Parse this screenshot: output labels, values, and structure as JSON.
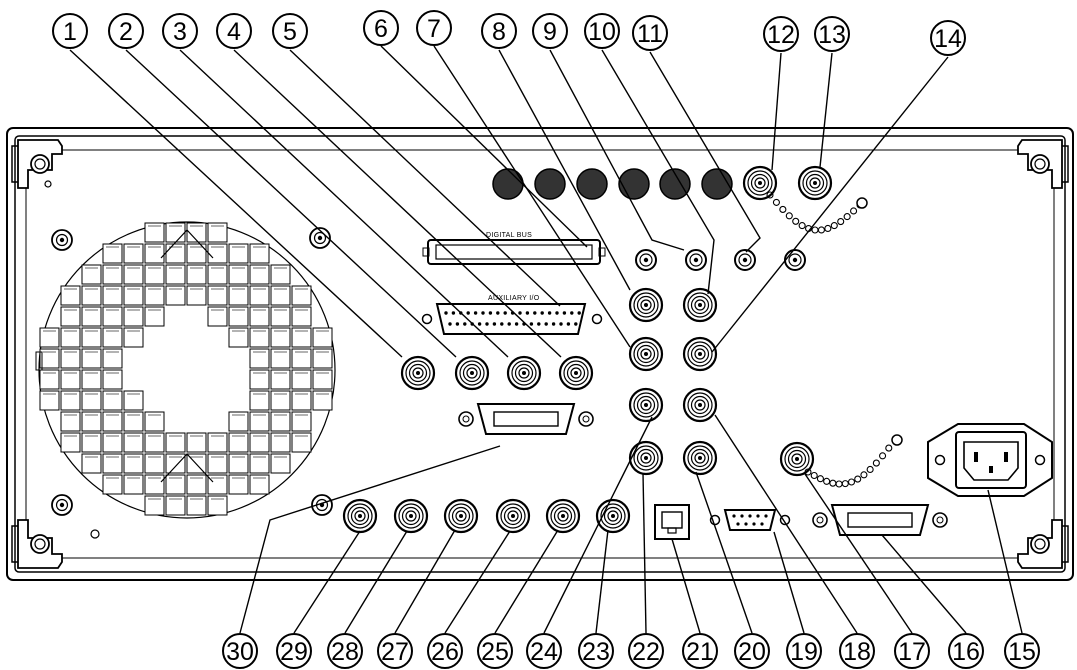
{
  "panel_labels": {
    "digital_bus": "DIGITAL BUS",
    "auxiliary_io": "AUXILIARY I/O"
  },
  "callouts": [
    "1",
    "2",
    "3",
    "4",
    "5",
    "6",
    "7",
    "8",
    "9",
    "10",
    "11",
    "12",
    "13",
    "14",
    "15",
    "16",
    "17",
    "18",
    "19",
    "20",
    "21",
    "22",
    "23",
    "24",
    "25",
    "26",
    "27",
    "28",
    "29",
    "30"
  ],
  "colors": {
    "line": "#000000",
    "background": "#ffffff",
    "plug": "#333333"
  }
}
